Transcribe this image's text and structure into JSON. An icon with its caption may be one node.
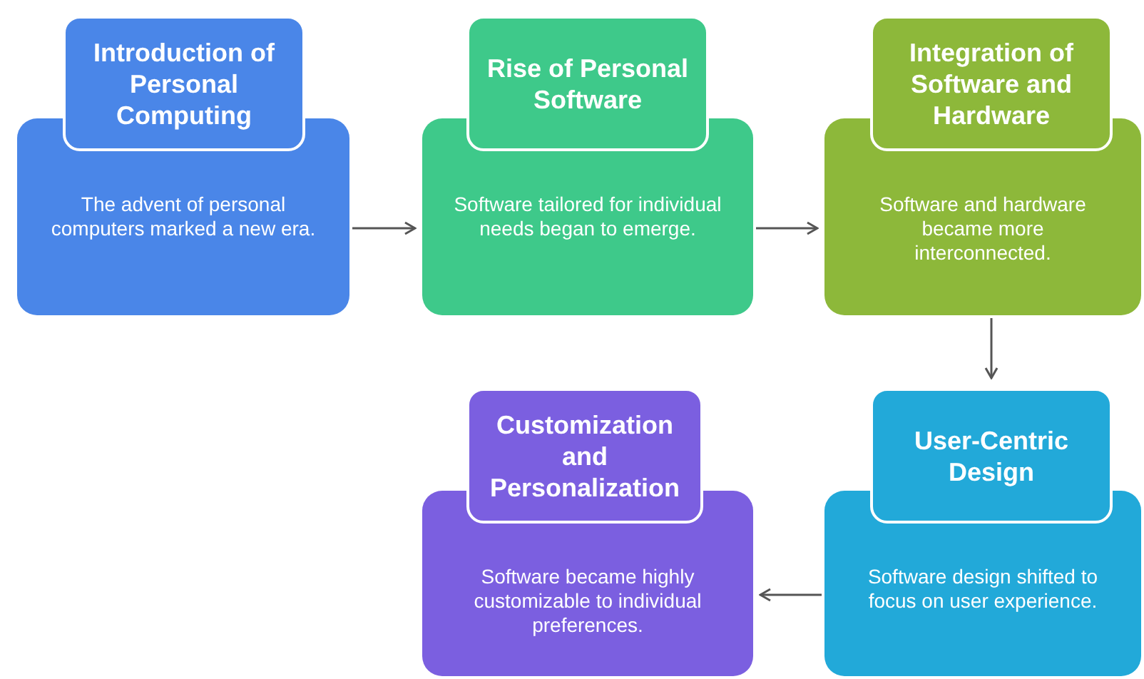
{
  "diagram": {
    "nodes": [
      {
        "text": [
          "Introduction of Personal Computing",
          "The advent of personal computers marked a new era."
        ]
      },
      {
        "text": [
          "Rise of Personal Software",
          "Software tailored for individual needs began to emerge."
        ]
      },
      {
        "text": [
          "Integration of Software and Hardware",
          "Software and hardware became more interconnected."
        ]
      },
      {
        "text": [
          "Customization and Personalization",
          "Software became highly customizable to individual preferences."
        ]
      },
      {
        "text": [
          "User-Centric Design",
          "Software design shifted to focus on user experience."
        ]
      }
    ],
    "edges": [
      {
        "from": 0,
        "to": 1,
        "arrow": "to"
      },
      {
        "from": 1,
        "to": 2,
        "arrow": "to"
      },
      {
        "from": 2,
        "to": 4,
        "arrow": "to"
      },
      {
        "from": 4,
        "to": 3,
        "arrow": "to"
      }
    ]
  }
}
